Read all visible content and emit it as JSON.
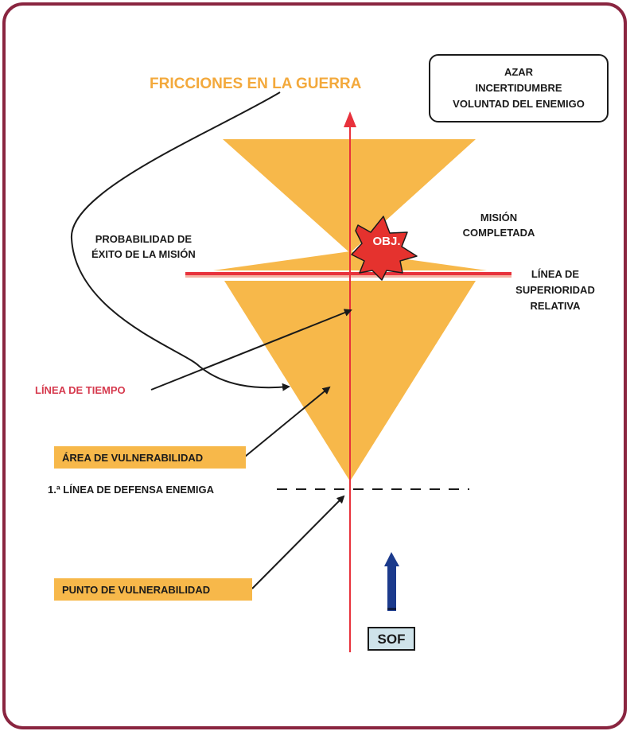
{
  "title": "FRICCIONES EN LA GUERRA",
  "friction_box": {
    "lines": [
      "AZAR",
      "INCERTIDUMBRE",
      "VOLUNTAD DEL ENEMIGO"
    ]
  },
  "probability_label": [
    "PROBABILIDAD DE",
    "ÉXITO DE LA MISIÓN"
  ],
  "mission_label": [
    "MISIÓN",
    "COMPLETADA"
  ],
  "objective_label": "OBJ.",
  "superiority_label": [
    "LÍNEA DE",
    "SUPERIORIDAD",
    "RELATIVA"
  ],
  "time_line_label": "LÍNEA DE TIEMPO",
  "vulnerability_area_label": "ÁREA DE VULNERABILIDAD",
  "defense_line_label": "1.ª LÍNEA DE DEFENSA ENEMIGA",
  "vulnerability_point_label": "PUNTO DE VULNERABILIDAD",
  "sof_label": "SOF",
  "colors": {
    "frame": "#8a2540",
    "orange": "#f7b84a",
    "title_orange": "#f3a93c",
    "red": "#e8323c",
    "time_label": "#d63a4e",
    "sof_box": "#cfe3ea",
    "sof_arrow": "#1b3a8c"
  }
}
